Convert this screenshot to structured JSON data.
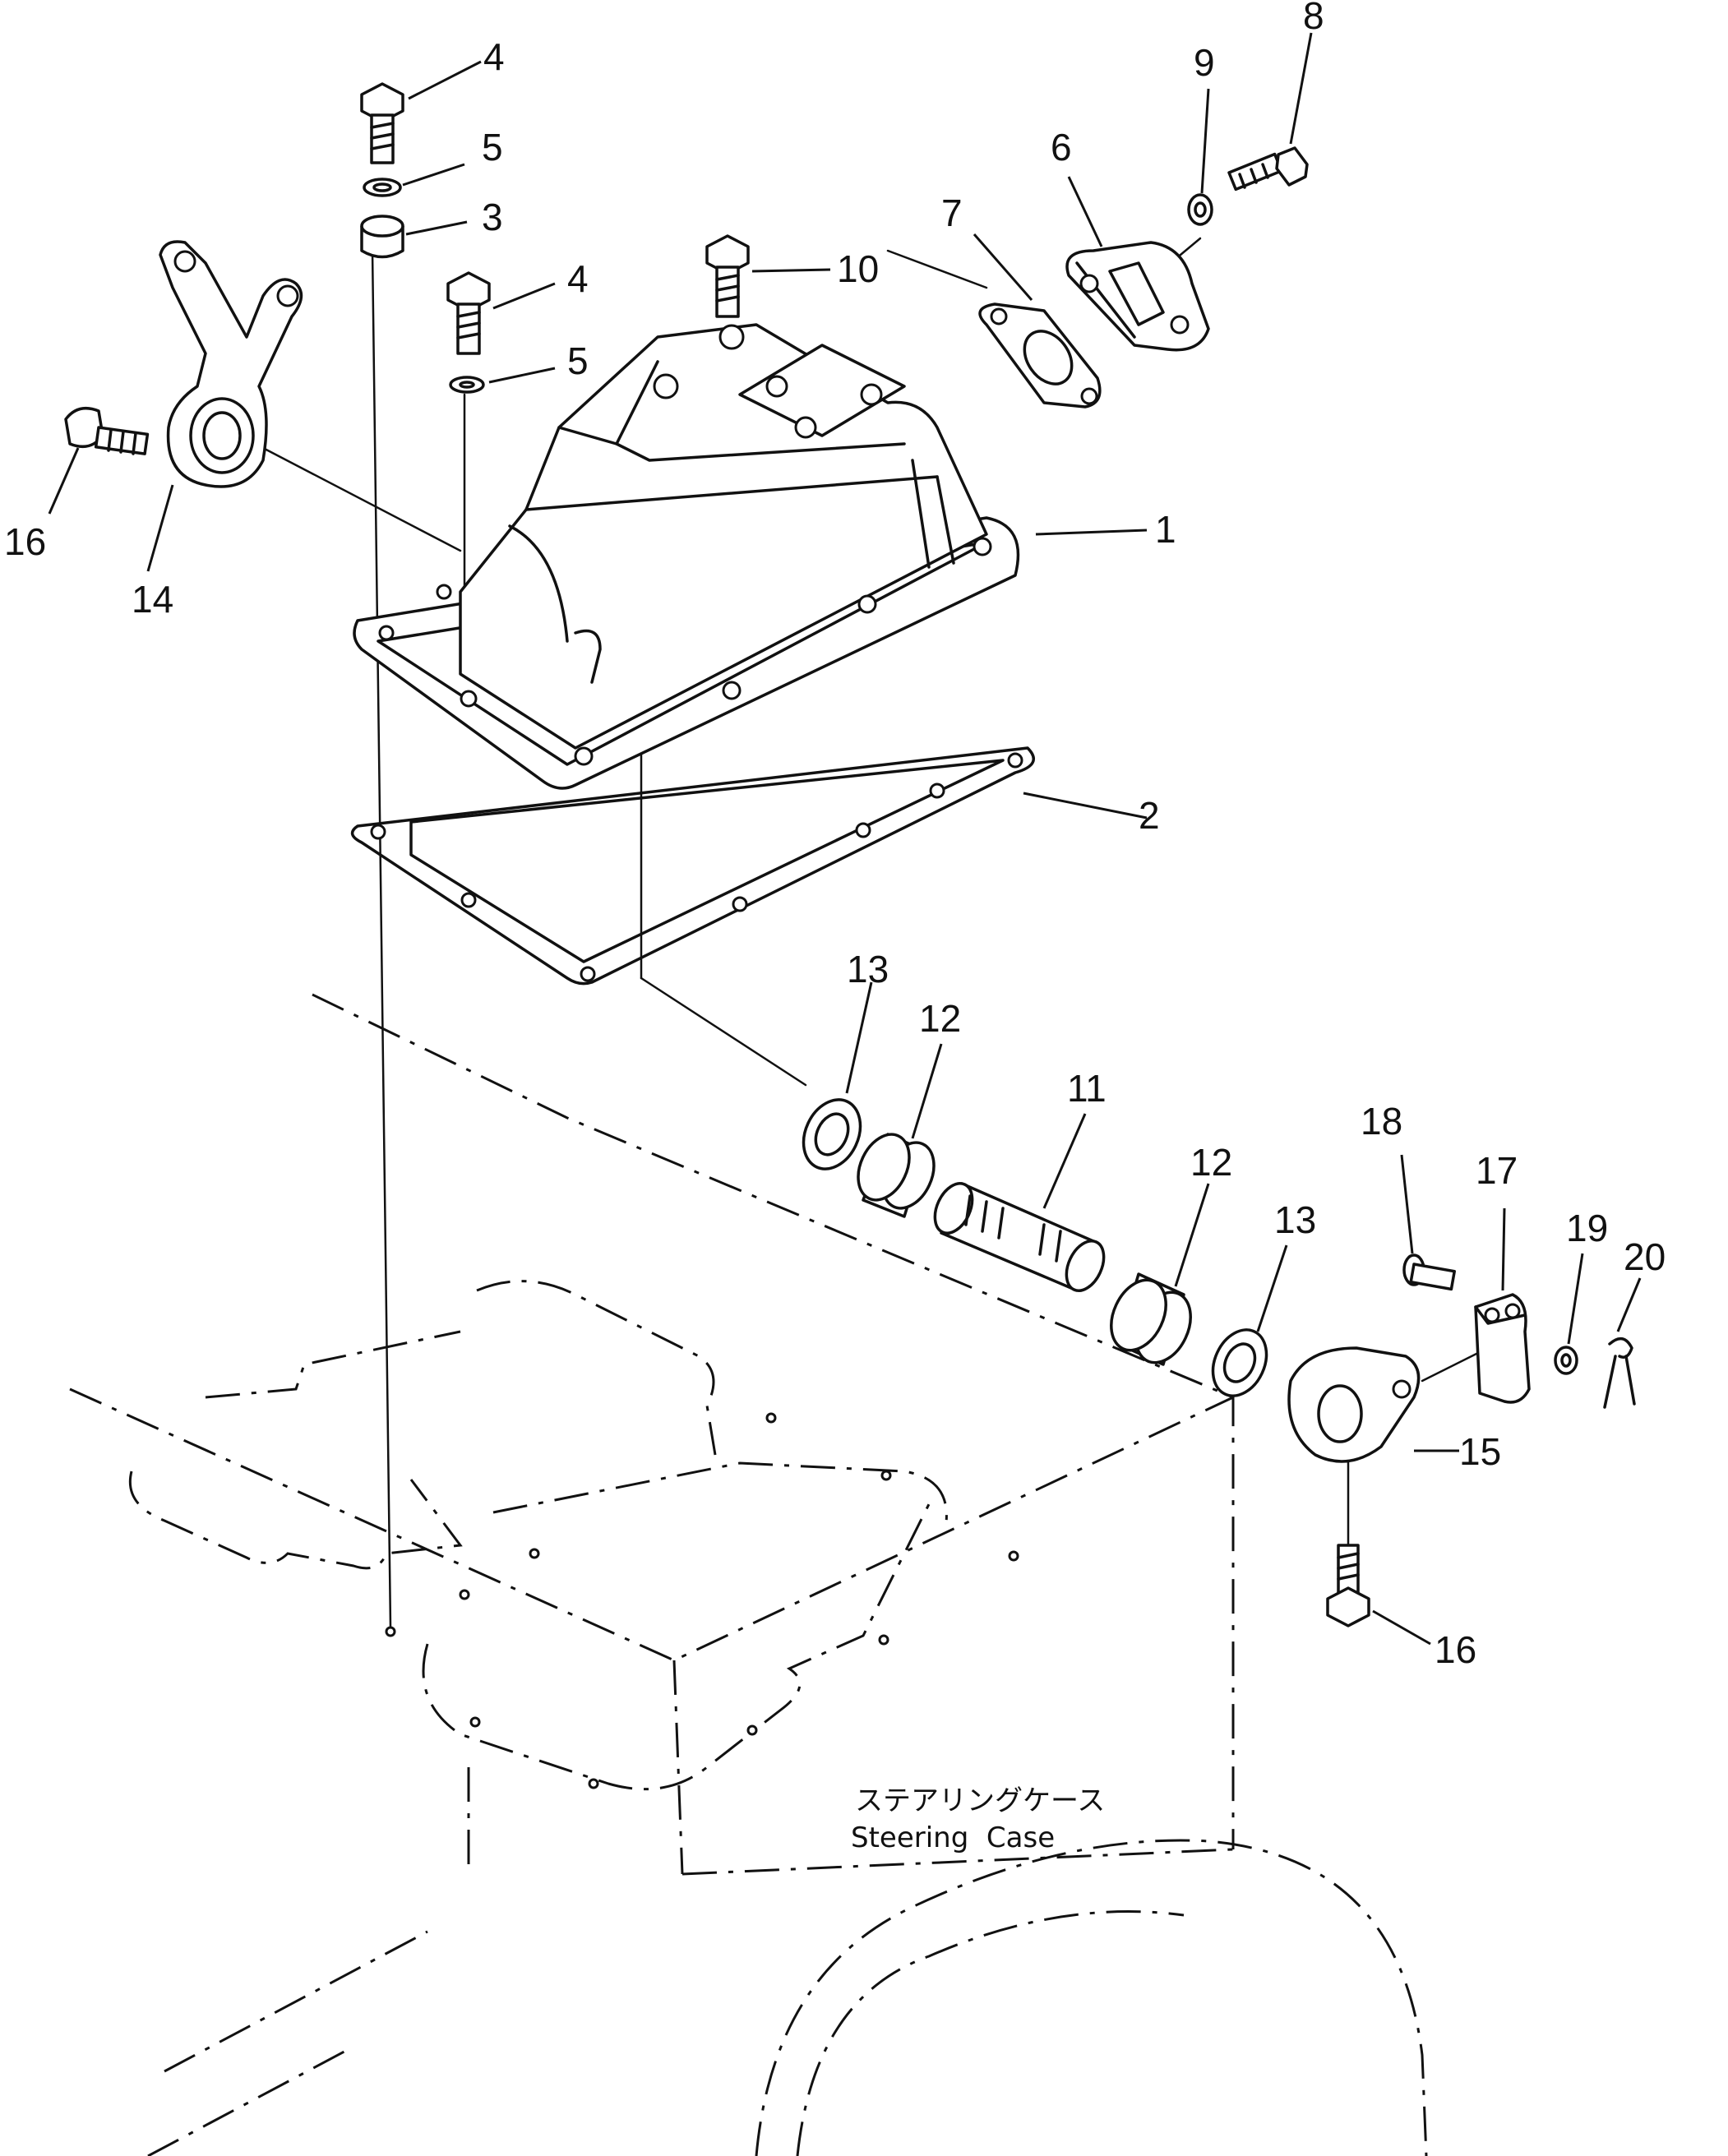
{
  "callouts": {
    "c1": "1",
    "c2": "2",
    "c3": "3",
    "c4a": "4",
    "c4b": "4",
    "c5a": "5",
    "c5b": "5",
    "c6": "6",
    "c7": "7",
    "c8": "8",
    "c9": "9",
    "c10": "10",
    "c11": "11",
    "c12a": "12",
    "c12b": "12",
    "c13a": "13",
    "c13b": "13",
    "c14": "14",
    "c15": "15",
    "c16a": "16",
    "c16b": "16",
    "c17": "17",
    "c18": "18",
    "c19": "19",
    "c20": "20"
  },
  "caption": {
    "jp": "ステアリングケース",
    "en": "Steering  Case"
  }
}
